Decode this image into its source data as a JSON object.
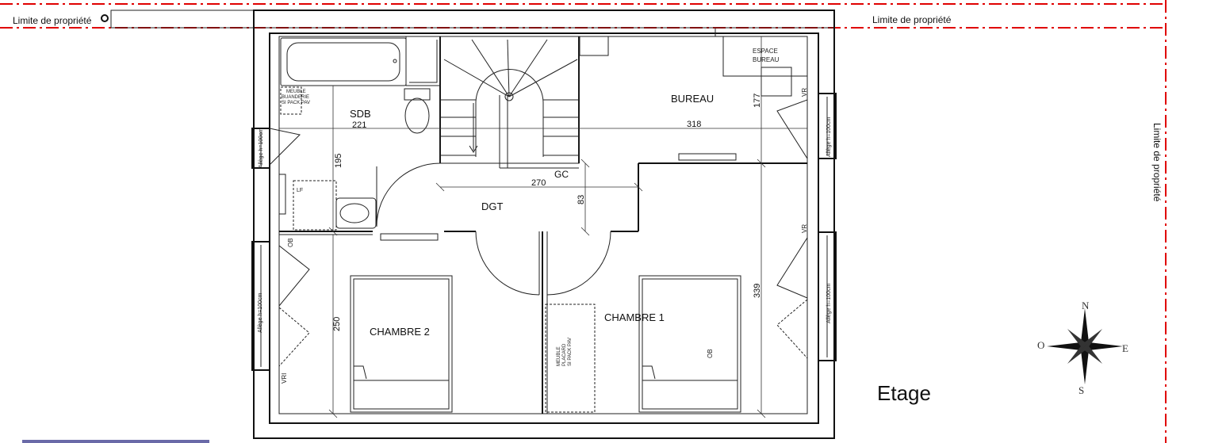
{
  "plan": {
    "title": "Etage",
    "property_limit_labels": [
      "Limite de propriété",
      "Limite de propriété",
      "Limite de propriété"
    ],
    "rooms": {
      "sdb": "SDB",
      "bureau": "BUREAU",
      "espace_bureau_line1": "ESPACE",
      "espace_bureau_line2": "BUREAU",
      "dgt": "DGT",
      "gc": "GC",
      "chambre1": "CHAMBRE 1",
      "chambre2": "CHAMBRE 2"
    },
    "dimensions": {
      "sdb_width": "221",
      "sdb_height": "195",
      "bureau_width": "318",
      "bureau_height": "177",
      "dgt_width": "270",
      "dgt_height": "83",
      "chambre2_height": "250",
      "chambre1_height": "339"
    },
    "annotations": {
      "meuble_buanderie_1": "MEUBLE",
      "meuble_buanderie_2": "BUANDERIE",
      "meuble_buanderie_3": "SI PACK PAV",
      "meuble_placard_1": "MEUBLE",
      "meuble_placard_2": "PLACARD",
      "meuble_placard_3": "SI PACK PAV",
      "lf": "LF",
      "ob": "OB",
      "vr": "VR",
      "vri": "VRI",
      "allege": "Allège h=100cm"
    },
    "compass": {
      "n": "N",
      "s": "S",
      "e": "E",
      "o": "O"
    }
  }
}
